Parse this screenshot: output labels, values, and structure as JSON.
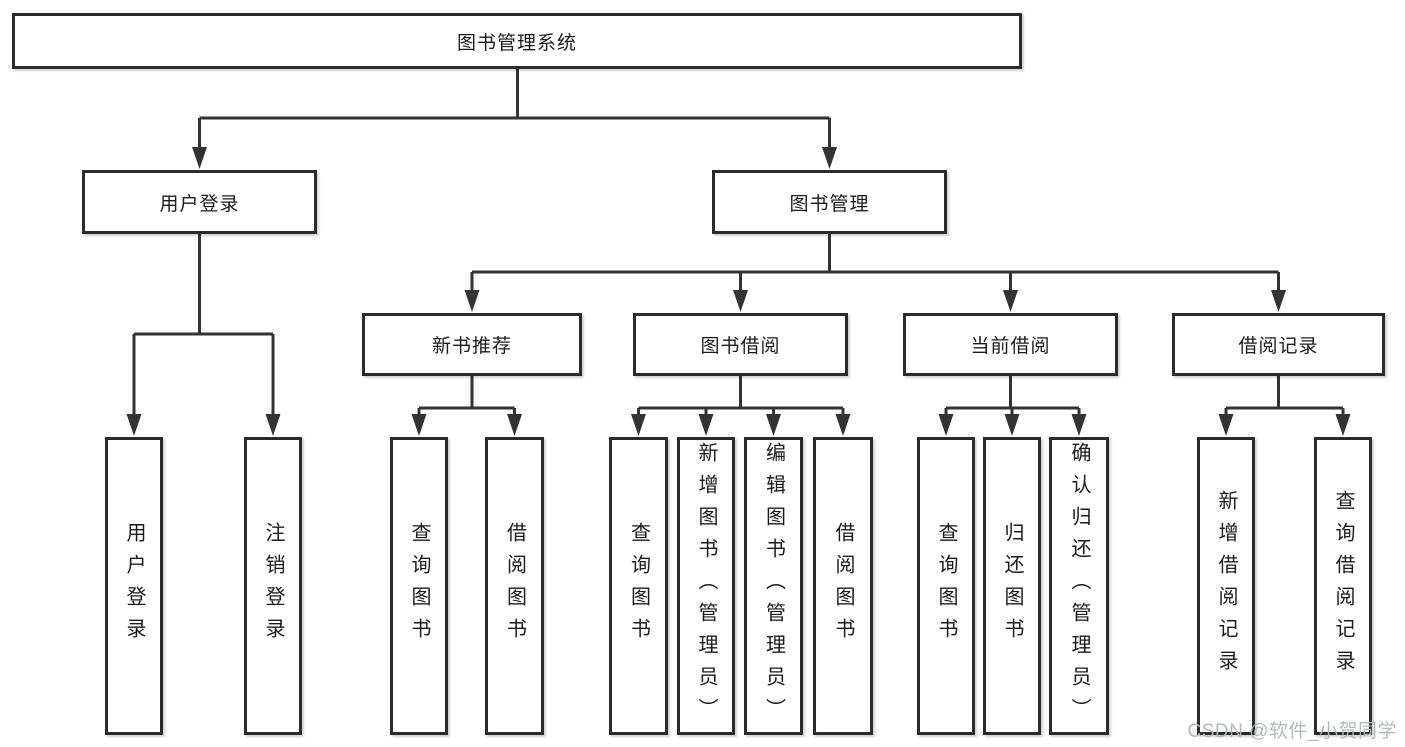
{
  "diagram_title": "图书管理系统",
  "tree": {
    "root": {
      "label": "图书管理系统",
      "children": [
        {
          "label": "用户登录",
          "children": [
            {
              "label": "用户登录"
            },
            {
              "label": "注销登录"
            }
          ]
        },
        {
          "label": "图书管理",
          "children": [
            {
              "label": "新书推荐",
              "children": [
                {
                  "label": "查询图书"
                },
                {
                  "label": "借阅图书"
                }
              ]
            },
            {
              "label": "图书借阅",
              "children": [
                {
                  "label": "查询图书"
                },
                {
                  "label": "新增图书（管理员）"
                },
                {
                  "label": "编辑图书（管理员）"
                },
                {
                  "label": "借阅图书"
                }
              ]
            },
            {
              "label": "当前借阅",
              "children": [
                {
                  "label": "查询图书"
                },
                {
                  "label": "归还图书"
                },
                {
                  "label": "确认归还（管理员）"
                }
              ]
            },
            {
              "label": "借阅记录",
              "children": [
                {
                  "label": "新增借阅记录"
                },
                {
                  "label": "查询借阅记录"
                }
              ]
            }
          ]
        }
      ]
    }
  },
  "watermark": "CSDN @软件_小贺同学",
  "colors": {
    "background": "#ffffff",
    "box_border": "#2b2b2b",
    "connector_line": "#333333",
    "text": "#1b1b1b",
    "watermark_text": "#b2b6bc"
  }
}
